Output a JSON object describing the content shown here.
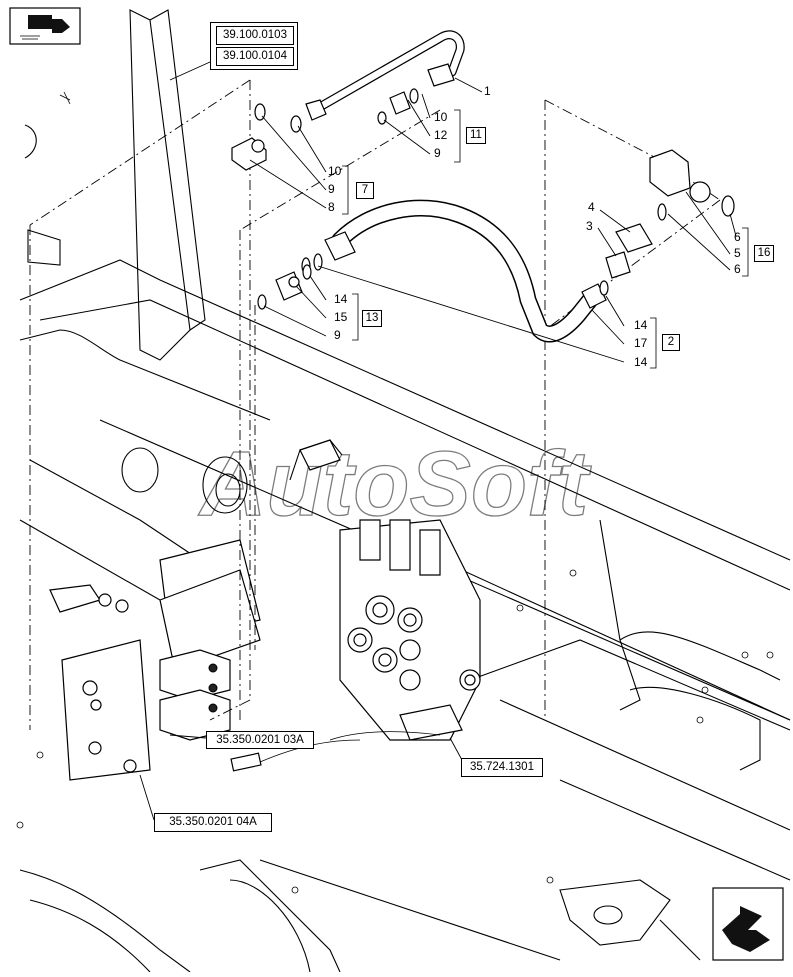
{
  "reference_boxes": {
    "top_ref_1": "39.100.0103",
    "top_ref_2": "39.100.0104",
    "bottom_left_ref_1": "35.350.0201 03A",
    "bottom_left_ref_2": "35.350.0201 04A",
    "bottom_mid_ref": "35.724.1301"
  },
  "callouts": {
    "c1": "1",
    "c10a": "10",
    "c12": "12",
    "c9a": "9",
    "c11_box": "11",
    "c10b": "10",
    "c9b": "9",
    "c8": "8",
    "c7_box": "7",
    "c4": "4",
    "c3": "3",
    "c6a": "6",
    "c5": "5",
    "c6b": "6",
    "c16_box": "16",
    "c14a": "14",
    "c15": "15",
    "c9c": "9",
    "c13_box": "13",
    "c14b": "14",
    "c17": "17",
    "c14c": "14",
    "c2_box": "2"
  },
  "watermark": "AutoSoft"
}
